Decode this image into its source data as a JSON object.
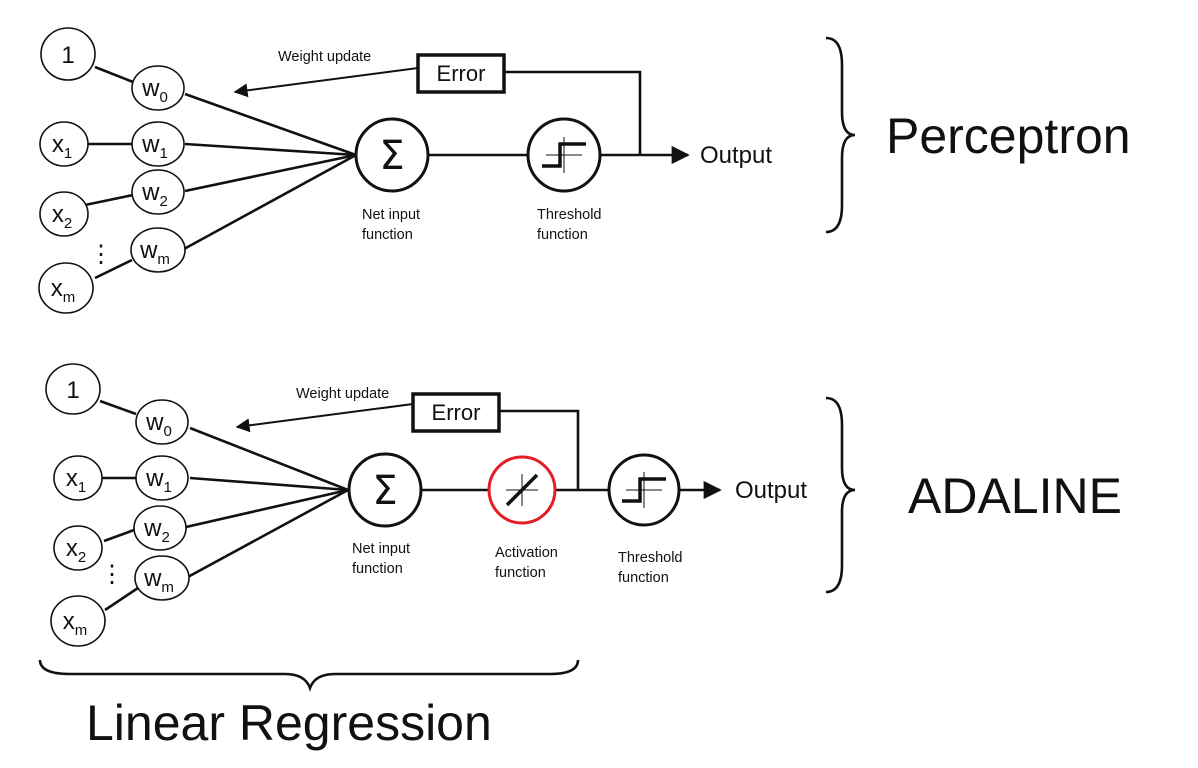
{
  "perceptron": {
    "title": "Perceptron",
    "inputs": [
      {
        "base": "1",
        "sub": ""
      },
      {
        "base": "x",
        "sub": "1"
      },
      {
        "base": "x",
        "sub": "2"
      },
      {
        "base": "x",
        "sub": "m"
      }
    ],
    "weights": [
      {
        "base": "w",
        "sub": "0"
      },
      {
        "base": "w",
        "sub": "1"
      },
      {
        "base": "w",
        "sub": "2"
      },
      {
        "base": "w",
        "sub": "m"
      }
    ],
    "ellipsis": "⋮",
    "sum_symbol": "Σ",
    "weight_update": "Weight update",
    "error": "Error",
    "net_input_label": [
      "Net input",
      "function"
    ],
    "threshold_label": [
      "Threshold",
      "function"
    ],
    "output": "Output"
  },
  "adaline": {
    "title": "ADALINE",
    "inputs": [
      {
        "base": "1",
        "sub": ""
      },
      {
        "base": "x",
        "sub": "1"
      },
      {
        "base": "x",
        "sub": "2"
      },
      {
        "base": "x",
        "sub": "m"
      }
    ],
    "weights": [
      {
        "base": "w",
        "sub": "0"
      },
      {
        "base": "w",
        "sub": "1"
      },
      {
        "base": "w",
        "sub": "2"
      },
      {
        "base": "w",
        "sub": "m"
      }
    ],
    "ellipsis": "⋮",
    "sum_symbol": "Σ",
    "weight_update": "Weight update",
    "error": "Error",
    "net_input_label": [
      "Net input",
      "function"
    ],
    "activation_label": [
      "Activation",
      "function"
    ],
    "threshold_label": [
      "Threshold",
      "function"
    ],
    "output": "Output"
  },
  "linear_regression": "Linear Regression",
  "colors": {
    "line": "#111111",
    "activation_highlight": "#e41e26",
    "background": "#ffffff"
  }
}
